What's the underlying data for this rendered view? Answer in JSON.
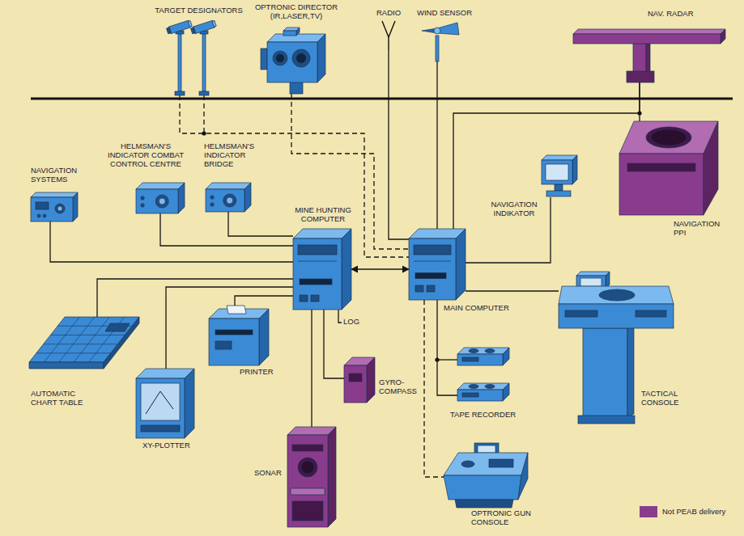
{
  "diagram": {
    "nodes": [
      {
        "text": [
          "TARGET DESIGNATORS"
        ]
      },
      {
        "text": [
          "OPTRONIC DIRECTOR (IR,LASER,TV)"
        ]
      },
      {
        "text": [
          "RADIO"
        ]
      },
      {
        "text": [
          "WIND SENSOR"
        ]
      },
      {
        "text": [
          "NAV. RADAR"
        ]
      },
      {
        "text": [
          "NAVIGATION SYSTEMS"
        ]
      },
      {
        "text": [
          "HELMSMAN'S INDICATOR COMBAT CONTROL CENTRE"
        ]
      },
      {
        "text": [
          "HELMSMAN'S INDICATOR BRIDGE"
        ]
      },
      {
        "text": [
          "MINE HUNTING COMPUTER"
        ]
      },
      {
        "text": [
          "NAVIGATION INDIKATOR"
        ]
      },
      {
        "text": [
          "NAVIGATION PPI"
        ]
      },
      {
        "text": [
          "MAIN COMPUTER"
        ]
      },
      {
        "text": [
          "LOG"
        ]
      },
      {
        "text": [
          "AUTOMATIC CHART TABLE"
        ]
      },
      {
        "text": [
          "PRINTER"
        ]
      },
      {
        "text": [
          "TACTICAL CONSOLE"
        ]
      },
      {
        "text": [
          "XY-PLOTTER"
        ]
      },
      {
        "text": [
          "GYRO- COMPASS"
        ]
      },
      {
        "text": [
          "TAPE RECORDER"
        ]
      },
      {
        "text": [
          "SONAR"
        ]
      },
      {
        "text": [
          "OPTRONIC GUN CONSOLE"
        ]
      }
    ],
    "edges": [
      {
        "from": 0,
        "to": 11,
        "arrow": "none"
      },
      {
        "from": 1,
        "to": 11,
        "arrow": "none"
      },
      {
        "from": 2,
        "to": 11,
        "arrow": "none"
      },
      {
        "from": 3,
        "to": 11,
        "arrow": "none"
      },
      {
        "from": 4,
        "to": 11,
        "arrow": "none"
      },
      {
        "from": 4,
        "to": 10,
        "arrow": "none"
      },
      {
        "from": 5,
        "to": 8,
        "arrow": "none"
      },
      {
        "from": 6,
        "to": 8,
        "arrow": "none"
      },
      {
        "from": 7,
        "to": 8,
        "arrow": "none"
      },
      {
        "from": 8,
        "to": 11,
        "arrow": "both"
      },
      {
        "from": 9,
        "to": 11,
        "arrow": "none"
      },
      {
        "from": 8,
        "to": 12,
        "arrow": "none"
      },
      {
        "from": 13,
        "to": 8,
        "arrow": "none"
      },
      {
        "from": 14,
        "to": 8,
        "arrow": "none"
      },
      {
        "from": 11,
        "to": 15,
        "arrow": "none"
      },
      {
        "from": 16,
        "to": 8,
        "arrow": "none"
      },
      {
        "from": 17,
        "to": 8,
        "arrow": "none"
      },
      {
        "from": 19,
        "to": 8,
        "arrow": "none"
      },
      {
        "from": 11,
        "to": 18,
        "arrow": "none"
      },
      {
        "from": 11,
        "to": 20,
        "arrow": "none"
      }
    ],
    "legend": [
      {
        "text": "Not PEAB delivery",
        "color": "#8a3c8c"
      }
    ]
  }
}
